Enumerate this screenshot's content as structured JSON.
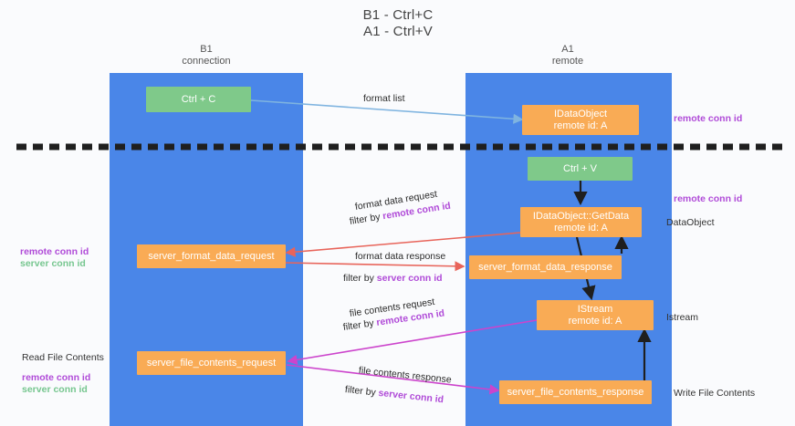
{
  "title": {
    "line1": "B1 - Ctrl+C",
    "line2": "A1 - Ctrl+V"
  },
  "columns": [
    {
      "name": "B1",
      "role": "connection"
    },
    {
      "name": "A1",
      "role": "remote"
    }
  ],
  "nodes": {
    "ctrl_c": {
      "line1": "Ctrl + C",
      "line2": "",
      "color": "#7fc98a"
    },
    "idataobject": {
      "line1": "IDataObject",
      "line2": "remote id: A",
      "color": "#f9ab55"
    },
    "ctrl_v": {
      "line1": "Ctrl + V",
      "line2": "",
      "color": "#7fc98a"
    },
    "getdata": {
      "line1": "IDataObject::GetData",
      "line2": "remote id: A",
      "color": "#f9ab55"
    },
    "format_request": {
      "line1": "server_format_data_request",
      "line2": "",
      "color": "#f9ab55"
    },
    "format_response": {
      "line1": "server_format_data_response",
      "line2": "",
      "color": "#f9ab55"
    },
    "istream": {
      "line1": "IStream",
      "line2": "remote id: A",
      "color": "#f9ab55"
    },
    "file_contents_request": {
      "line1": "server_file_contents_request",
      "line2": "",
      "color": "#f9ab55"
    },
    "file_contents_response": {
      "line1": "server_file_contents_response",
      "line2": "",
      "color": "#f9ab55"
    }
  },
  "edge_labels": {
    "format_list": "format list",
    "format_data_request": {
      "main": "format data request",
      "filter_prefix": "filter by ",
      "filter_key": "remote conn id"
    },
    "format_data_response": {
      "main": "format data response",
      "filter_prefix": "filter by ",
      "filter_key": "server conn id"
    },
    "file_contents_request": {
      "main": "file contents request",
      "filter_prefix": "filter by ",
      "filter_key": "remote conn id"
    },
    "file_contents_response": {
      "main": "file contents response",
      "filter_prefix": "filter by ",
      "filter_key": "server conn id"
    }
  },
  "right_labels": {
    "remote_conn_id_top": "remote conn id",
    "remote_conn_id_mid": "remote conn id",
    "dataobject": "DataObject",
    "istream": "Istream",
    "write_file_contents": "Write File Contents"
  },
  "left_labels": {
    "remote_conn_id": "remote conn id",
    "server_conn_id": "server conn id",
    "read_file_contents": "Read File Contents",
    "remote_conn_id_2": "remote conn id",
    "server_conn_id_2": "server conn id"
  },
  "colors": {
    "band": "#4a86e8",
    "orange": "#f9ab55",
    "green": "#7fc98a",
    "purple": "#b04bd8",
    "green_text": "#76c68f",
    "red_arrow": "#e8645a",
    "magenta_arrow": "#cc44cc",
    "blue_arrow": "#7fb4e0",
    "dark_arrow": "#1f1f1f"
  }
}
